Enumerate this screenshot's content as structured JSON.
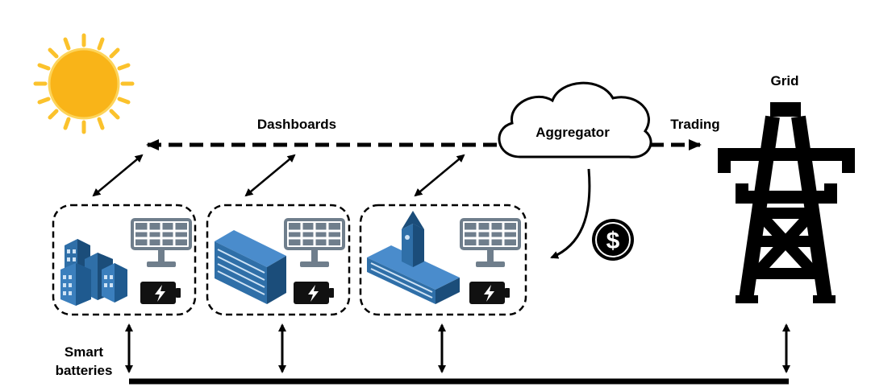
{
  "labels": {
    "dashboards": "Dashboards",
    "aggregator": "Aggregator",
    "trading": "Trading",
    "grid": "Grid",
    "smart": "Smart",
    "batteries": "batteries",
    "currency": "$"
  },
  "sites": [
    {
      "building": "office-cluster"
    },
    {
      "building": "apartment-block"
    },
    {
      "building": "clock-tower-campus"
    }
  ],
  "colors": {
    "building_blue": "#2f6fa8",
    "building_dark": "#1b4d7a",
    "panel_gray": "#6f7e8c",
    "sun": "#f9b418",
    "sun_rays": "#fbc22c"
  }
}
